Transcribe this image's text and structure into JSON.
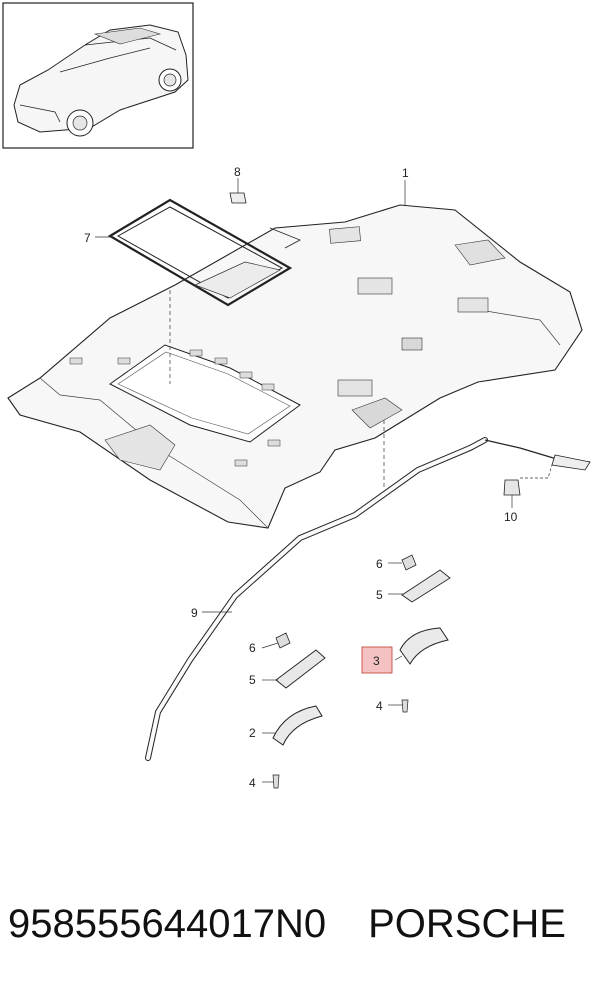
{
  "callouts": {
    "c1": "1",
    "c2": "2",
    "c3": "3",
    "c4a": "4",
    "c4b": "4",
    "c5a": "5",
    "c5b": "5",
    "c6a": "6",
    "c6b": "6",
    "c7": "7",
    "c8": "8",
    "c9": "9",
    "c10": "10"
  },
  "highlight_color": "#f4c2c2",
  "caption": {
    "part_number": "958555644017N0",
    "brand": "PORSCHE"
  }
}
